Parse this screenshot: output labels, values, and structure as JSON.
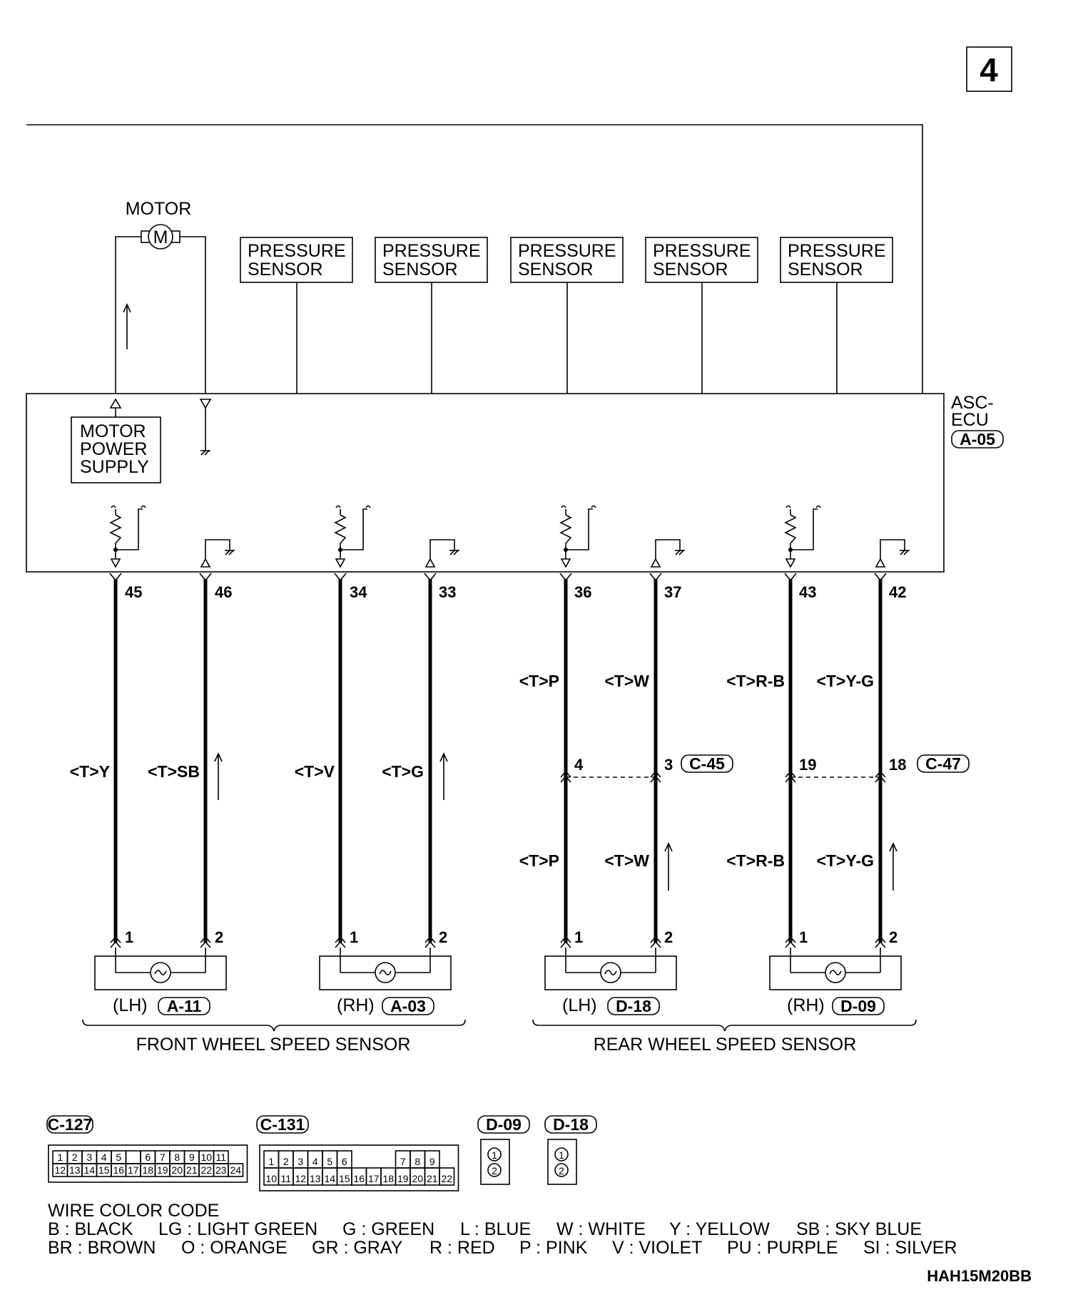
{
  "page_number": "4",
  "ecu": {
    "name_line1": "ASC-",
    "name_line2": "ECU",
    "connector": "A-05"
  },
  "motor": {
    "label": "MOTOR",
    "symbol": "M"
  },
  "motor_power_supply": {
    "line1": "MOTOR",
    "line2": "POWER",
    "line3": "SUPPLY"
  },
  "pressure_sensors": [
    {
      "line1": "PRESSURE",
      "line2": "SENSOR"
    },
    {
      "line1": "PRESSURE",
      "line2": "SENSOR"
    },
    {
      "line1": "PRESSURE",
      "line2": "SENSOR"
    },
    {
      "line1": "PRESSURE",
      "line2": "SENSOR"
    },
    {
      "line1": "PRESSURE",
      "line2": "SENSOR"
    }
  ],
  "ecu_pins": [
    "45",
    "46",
    "34",
    "33",
    "36",
    "37",
    "43",
    "42"
  ],
  "wire_colors_upper": [
    "<T>Y",
    "<T>SB",
    "<T>V",
    "<T>G",
    "<T>P",
    "<T>W",
    "<T>R-B",
    "<T>Y-G"
  ],
  "wire_colors_lower": [
    "<T>P",
    "<T>W",
    "<T>R-B",
    "<T>Y-G"
  ],
  "junctions": [
    {
      "left_pin": "4",
      "right_pin": "3",
      "connector": "C-45"
    },
    {
      "left_pin": "19",
      "right_pin": "18",
      "connector": "C-47"
    }
  ],
  "sensor_pins": [
    "1",
    "2",
    "1",
    "2",
    "1",
    "2",
    "1",
    "2"
  ],
  "sensors": [
    {
      "side": "(LH)",
      "connector": "A-11"
    },
    {
      "side": "(RH)",
      "connector": "A-03"
    },
    {
      "side": "(LH)",
      "connector": "D-18"
    },
    {
      "side": "(RH)",
      "connector": "D-09"
    }
  ],
  "groups": {
    "front": "FRONT WHEEL SPEED SENSOR",
    "rear": "REAR WHEEL SPEED SENSOR"
  },
  "connector_views": {
    "c127": {
      "label": "C-127",
      "row1": [
        "1",
        "2",
        "3",
        "4",
        "5",
        "",
        "6",
        "7",
        "8",
        "9",
        "10",
        "11"
      ],
      "row2": [
        "12",
        "13",
        "14",
        "15",
        "16",
        "17",
        "18",
        "19",
        "20",
        "21",
        "22",
        "23",
        "24"
      ]
    },
    "c131": {
      "label": "C-131",
      "row1": [
        "1",
        "2",
        "3",
        "4",
        "5",
        "6",
        "7",
        "8",
        "9"
      ],
      "row2": [
        "10",
        "11",
        "12",
        "13",
        "14",
        "15",
        "16",
        "17",
        "18",
        "19",
        "20",
        "21",
        "22"
      ]
    },
    "d09": {
      "label": "D-09",
      "pins": [
        "1",
        "2"
      ]
    },
    "d18": {
      "label": "D-18",
      "pins": [
        "1",
        "2"
      ]
    }
  },
  "wire_color_code": {
    "title": "WIRE COLOR CODE",
    "line1": [
      "B : BLACK",
      "LG : LIGHT GREEN",
      "G : GREEN",
      "L : BLUE",
      "W : WHITE",
      "Y : YELLOW",
      "SB : SKY BLUE"
    ],
    "line2": [
      "BR : BROWN",
      "O : ORANGE",
      "GR : GRAY",
      "R : RED",
      "P : PINK",
      "V : VIOLET",
      "PU : PURPLE",
      "SI : SILVER"
    ]
  },
  "figure_code": "HAH15M20BB"
}
